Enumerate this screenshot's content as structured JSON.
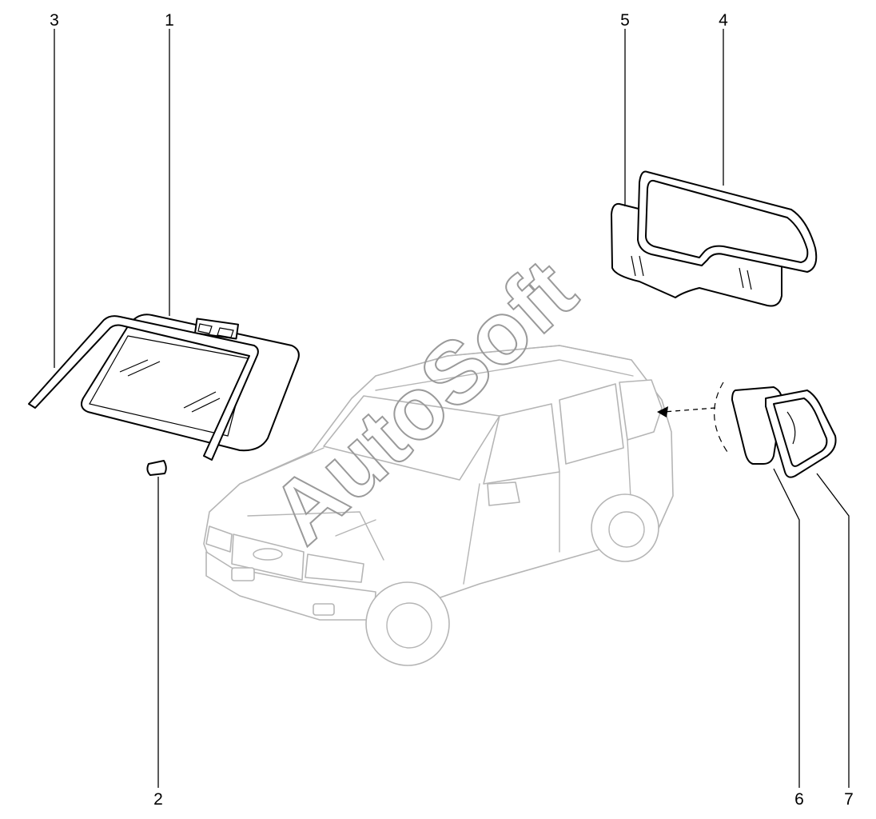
{
  "watermark": "AutoSoft",
  "callouts": [
    {
      "id": "1",
      "label": "1"
    },
    {
      "id": "2",
      "label": "2"
    },
    {
      "id": "3",
      "label": "3"
    },
    {
      "id": "4",
      "label": "4"
    },
    {
      "id": "5",
      "label": "5"
    },
    {
      "id": "6",
      "label": "6"
    },
    {
      "id": "7",
      "label": "7"
    }
  ]
}
